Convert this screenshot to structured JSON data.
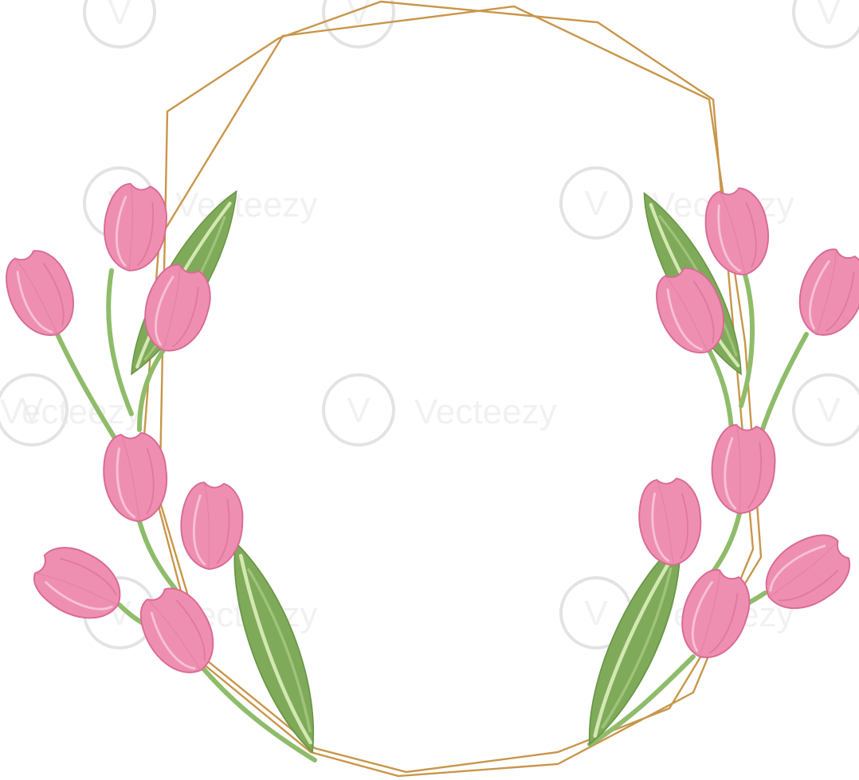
{
  "artwork": {
    "subject": "tulip-wreath-with-geometric-gold-frame",
    "colors": {
      "background": "#ffffff",
      "gold_line": "#c8964a",
      "tulip_pink": "#ee8fb1",
      "tulip_shade": "#d86a95",
      "tulip_light": "#f7c2d6",
      "leaf_green": "#7faa5a",
      "leaf_light": "#bfd99a",
      "stem_green": "#8fbc6a"
    }
  },
  "watermark": {
    "text": "Vecteezy",
    "logo_letter": "V",
    "color": "#e6e6e6"
  }
}
